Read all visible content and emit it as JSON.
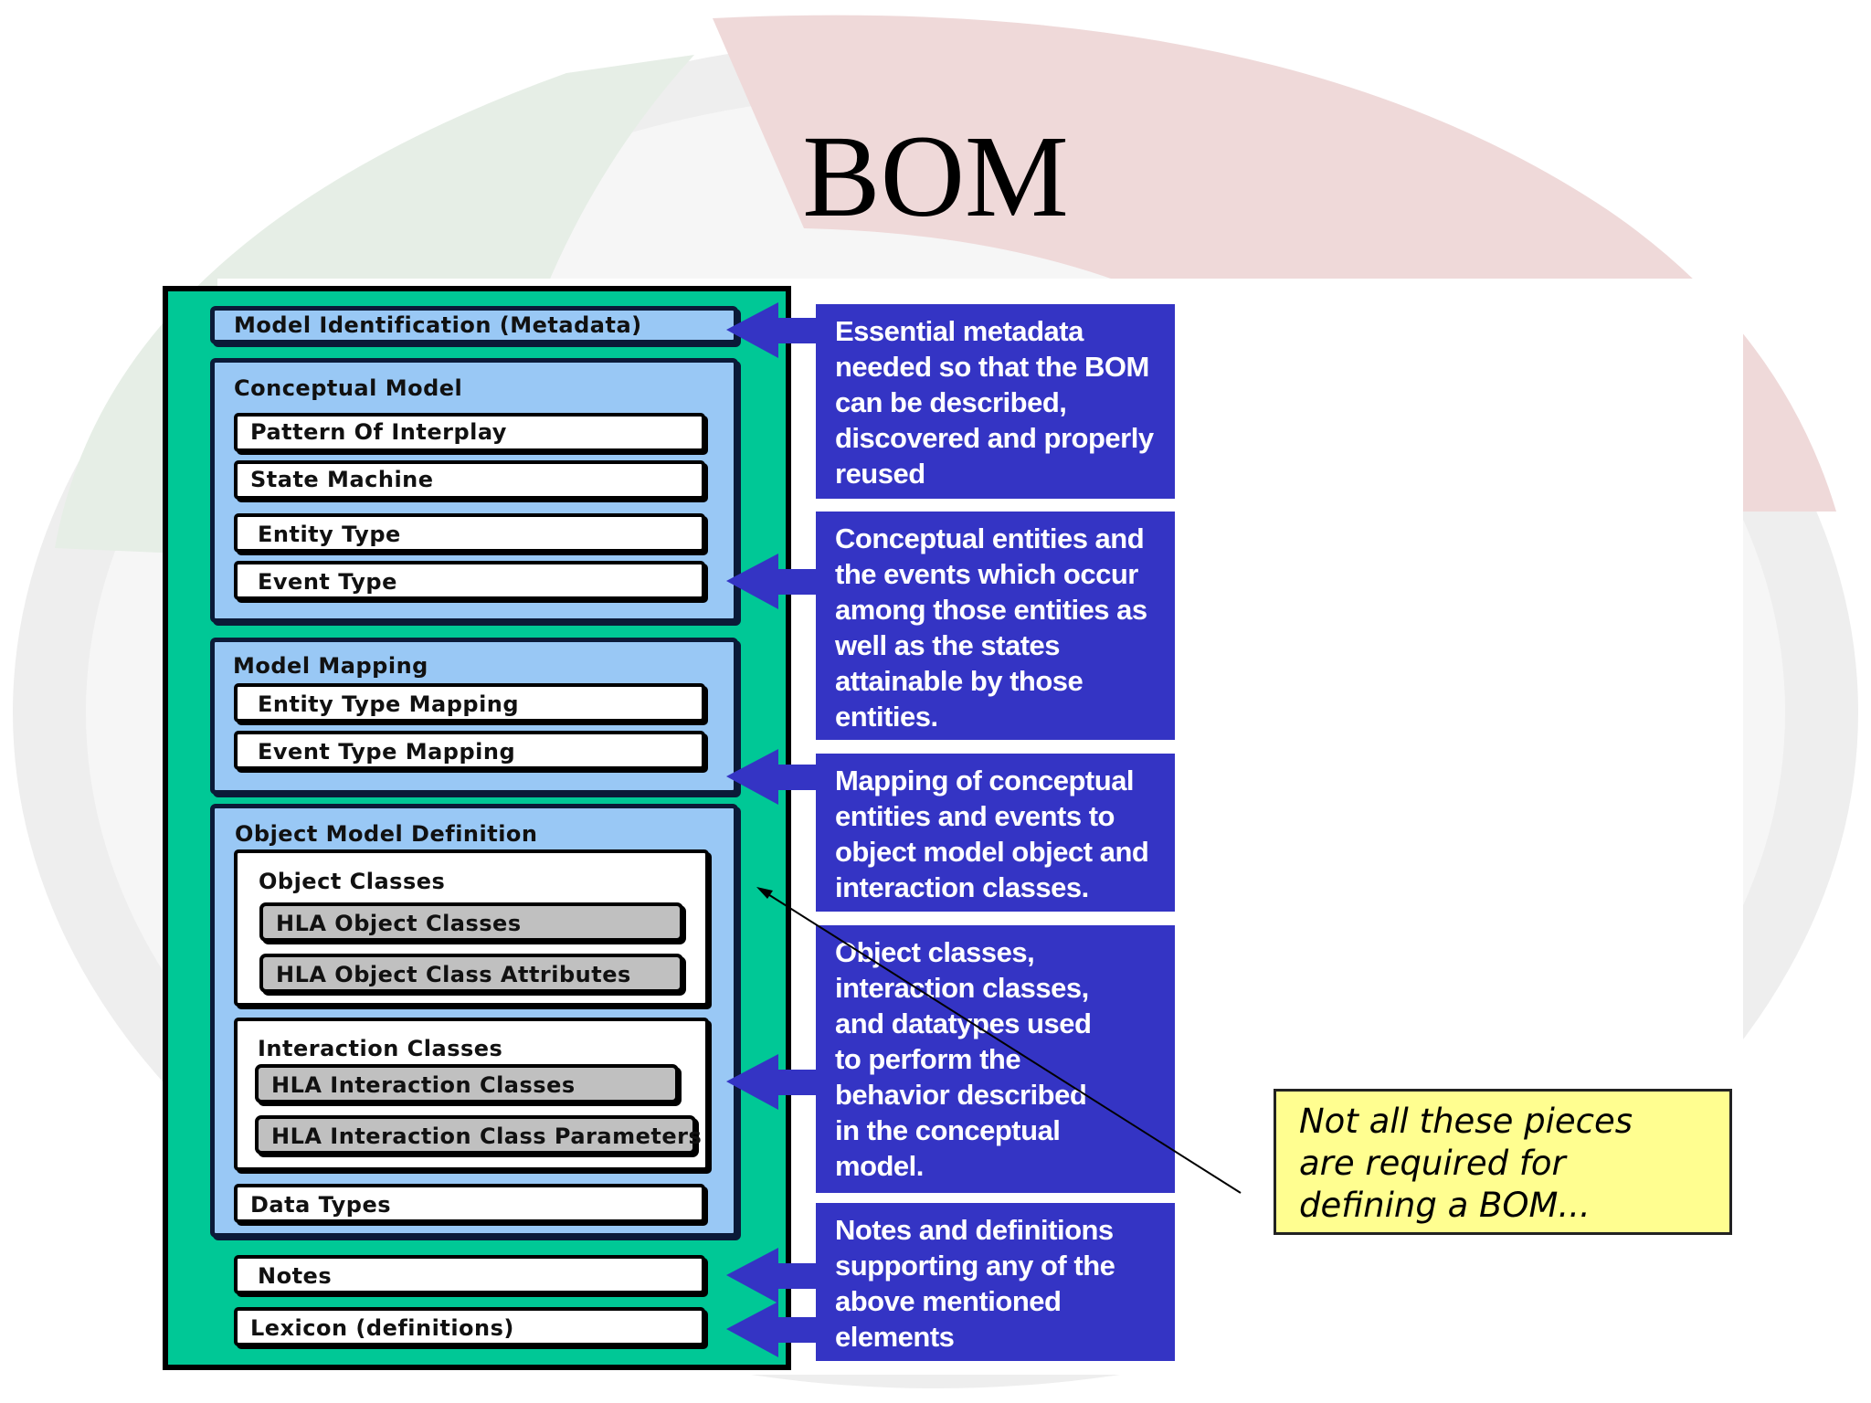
{
  "slide": {
    "title": "BOM"
  },
  "diagram": {
    "model_identification": "Model Identification (Metadata)",
    "conceptual_model": {
      "title": "Conceptual Model",
      "items": [
        "Pattern Of Interplay",
        "State Machine",
        "Entity Type",
        "Event Type"
      ]
    },
    "model_mapping": {
      "title": "Model Mapping",
      "items": [
        "Entity Type Mapping",
        "Event Type Mapping"
      ]
    },
    "object_model_definition": {
      "title": "Object Model Definition",
      "object_classes": {
        "title": "Object Classes",
        "items": [
          "HLA Object Classes",
          "HLA Object Class Attributes"
        ]
      },
      "interaction_classes": {
        "title": "Interaction Classes",
        "items": [
          "HLA Interaction Classes",
          "HLA Interaction Class Parameters"
        ]
      },
      "data_types": "Data Types"
    },
    "notes": "Notes",
    "lexicon": "Lexicon (definitions)"
  },
  "descriptions": [
    "Essential metadata\nneeded so that the BOM\ncan be described,\ndiscovered and properly\nreused",
    "Conceptual entities and\nthe events which occur\namong those entities as\nwell as the states\nattainable by those\nentities.",
    "Mapping of conceptual\nentities and events to\nobject model object and\ninteraction classes.",
    "Object classes,\ninteraction classes,\nand datatypes used\nto perform the\nbehavior described\nin the conceptual\nmodel.",
    "Notes and definitions\nsupporting any of the\nabove mentioned\nelements"
  ],
  "callout": {
    "text": "Not all these pieces\nare required for\ndefining a BOM..."
  },
  "colors": {
    "outer_fill": "#00c896",
    "section_fill": "#99c8f5",
    "description_fill": "#3434c4",
    "callout_fill": "#fffe90",
    "gray_box_fill": "#c0c0c0"
  }
}
